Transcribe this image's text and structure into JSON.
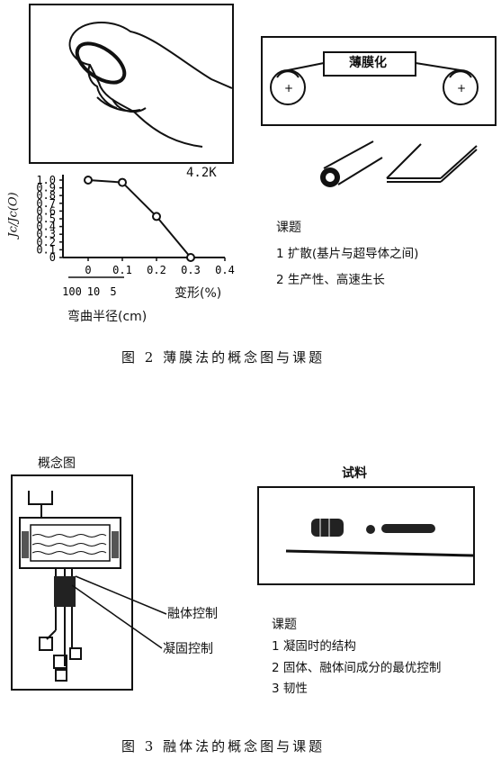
{
  "fig2": {
    "temperature_label": "4.2K",
    "film_label": "薄膜化",
    "chart_data": {
      "type": "line",
      "ylabel": "Jc/Jc(O)",
      "xlabel": "变形(%)",
      "secondary_xlabel": "弯曲半径(cm)",
      "x": [
        0,
        0.1,
        0.2,
        0.3
      ],
      "values": [
        1.0,
        0.97,
        0.53,
        0.0
      ],
      "xlim": [
        0,
        0.4
      ],
      "ylim": [
        0,
        1.0
      ],
      "y_ticks": [
        "1.0",
        "0.9",
        "0.8",
        "0.7",
        "0.6",
        "0.5",
        "0.4",
        "0.3",
        "0.2",
        "0.1",
        "0"
      ],
      "x_ticks": [
        "0",
        "0.1",
        "0.2",
        "0.3",
        "0.4"
      ],
      "secondary_x_ticks": [
        "100",
        "10",
        "5"
      ]
    },
    "issues_title": "课题",
    "issues": [
      "1 扩散(基片与超导体之间)",
      "2 生产性、高速生长"
    ],
    "caption": "图 2  薄膜法的概念图与课题"
  },
  "fig3": {
    "concept_title": "概念图",
    "melt_control": "融体控制",
    "solidify_control": "凝固控制",
    "sample_title": "试料",
    "issues_title": "课题",
    "issues": [
      "1 凝固时的结构",
      "2 固体、融体间成分的最优控制",
      "3 韧性"
    ],
    "caption": "图 3  融体法的概念图与课题"
  }
}
